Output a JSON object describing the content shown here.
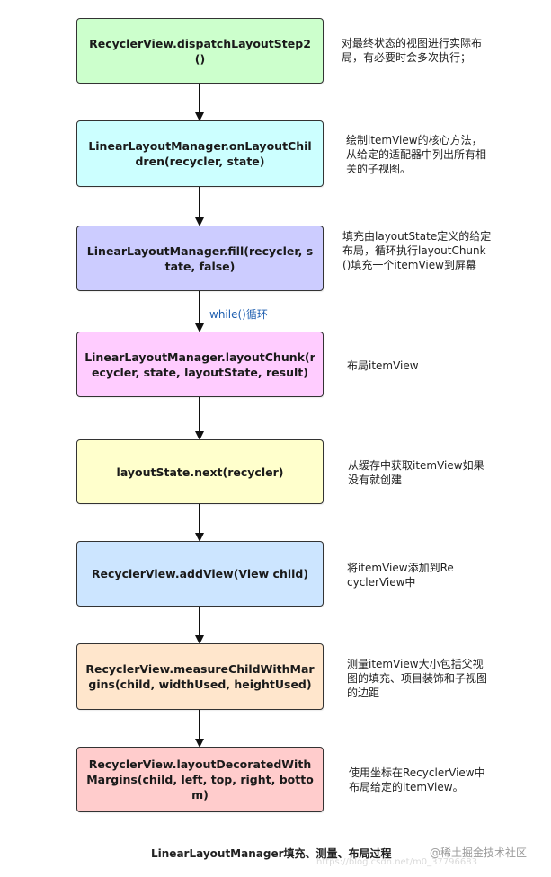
{
  "nodes": [
    {
      "label": "RecyclerView.dispatchLayoutStep2()",
      "color": "#ccffcc"
    },
    {
      "label": "LinearLayoutManager.onLayoutChildren(recycler, state)",
      "color": "#ccffff"
    },
    {
      "label": "LinearLayoutManager.fill(recycler, state, false)",
      "color": "#ccccff"
    },
    {
      "label": "LinearLayoutManager.layoutChunk(recycler, state, layoutState, result)",
      "color": "#ffccff"
    },
    {
      "label": "layoutState.next(recycler)",
      "color": "#ffffcc"
    },
    {
      "label": "RecyclerView.addView(View child)",
      "color": "#cce5ff"
    },
    {
      "label": "RecyclerView.measureChildWithMargins(child, widthUsed, heightUsed)",
      "color": "#ffe6cc"
    },
    {
      "label": "RecyclerView.layoutDecoratedWithMargins(child, left, top, right, bottom)",
      "color": "#ffcccc"
    }
  ],
  "notes": [
    "对最终状态的视图进行实际布局，有必要时会多次执行；",
    "绘制itemView的核心方法，从给定的适配器中列出所有相关的子视图。",
    "填充由layoutState定义的给定布局，循环执行layoutChunk()填充一个itemView到屏幕",
    "布局itemView",
    "从缓存中获取itemView如果没有就创建",
    "将itemView添加到RecyclerView中",
    "测量itemView大小包括父视图的填充、项目装饰和子视图的边距",
    "使用坐标在RecyclerView中布局给定的itemView。"
  ],
  "loop_label": "while()循环",
  "caption": "LinearLayoutManager填充、测量、布局过程",
  "watermark": "@稀土掘金技术社区",
  "watermark_url": "https://blog.csdn.net/m0_37796683"
}
